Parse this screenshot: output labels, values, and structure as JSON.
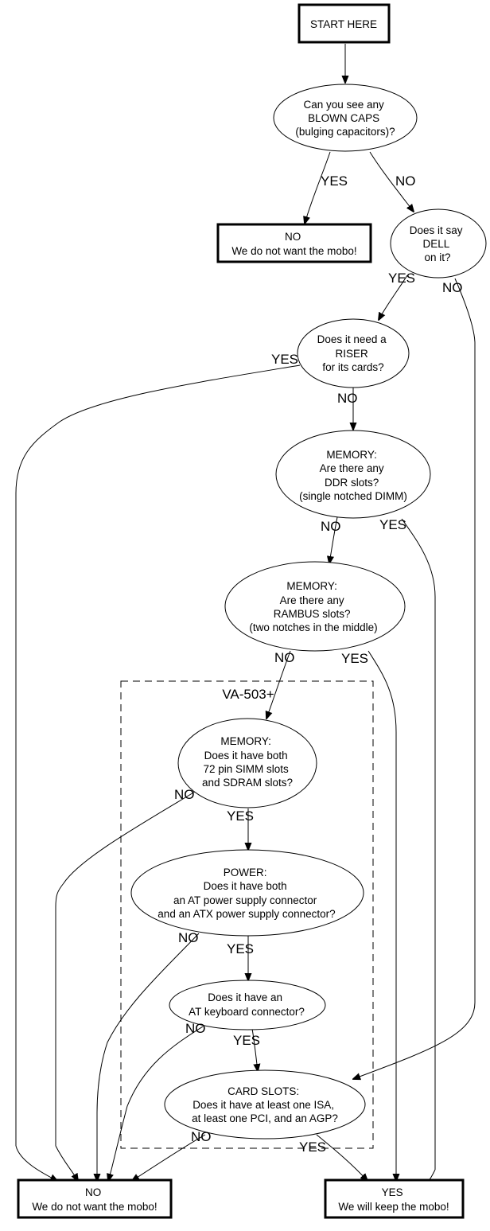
{
  "diagram": {
    "cluster": {
      "label": "VA-503+"
    },
    "nodes": {
      "start": {
        "lines": [
          "START HERE"
        ]
      },
      "blown_caps": {
        "lines": [
          "Can you see any",
          "BLOWN CAPS",
          "(bulging capacitors)?"
        ]
      },
      "reject_top": {
        "lines": [
          "NO",
          "We do not want the mobo!"
        ]
      },
      "dell": {
        "lines": [
          "Does it say",
          "DELL",
          "on it?"
        ]
      },
      "riser": {
        "lines": [
          "Does it need a",
          "RISER",
          "for its cards?"
        ]
      },
      "ddr": {
        "lines": [
          "MEMORY:",
          "Are there any",
          "DDR slots?",
          "(single notched DIMM)"
        ]
      },
      "rambus": {
        "lines": [
          "MEMORY:",
          "Are there any",
          "RAMBUS slots?",
          "(two notches in the middle)"
        ]
      },
      "simm_sdram": {
        "lines": [
          "MEMORY:",
          "Does it have both",
          "72 pin SIMM slots",
          "and SDRAM slots?"
        ]
      },
      "power": {
        "lines": [
          "POWER:",
          "Does it have both",
          "an AT power supply connector",
          "and an ATX power supply connector?"
        ]
      },
      "keyboard": {
        "lines": [
          "Does it have an",
          "AT keyboard connector?"
        ]
      },
      "card_slots": {
        "lines": [
          "CARD SLOTS:",
          "Does it have at least one ISA,",
          "at least one PCI, and an AGP?"
        ]
      },
      "reject_bottom": {
        "lines": [
          "NO",
          "We do not want the mobo!"
        ]
      },
      "keep": {
        "lines": [
          "YES",
          "We will keep the mobo!"
        ]
      }
    },
    "edge_labels": {
      "blown_yes": "YES",
      "blown_no": "NO",
      "dell_yes": "YES",
      "dell_no": "NO",
      "riser_yes": "YES",
      "riser_no": "NO",
      "ddr_no": "NO",
      "ddr_yes": "YES",
      "rambus_no": "NO",
      "rambus_yes": "YES",
      "simm_no": "NO",
      "simm_yes": "YES",
      "power_no": "NO",
      "power_yes": "YES",
      "kbd_no": "NO",
      "kbd_yes": "YES",
      "card_no": "NO",
      "card_yes": "YES"
    }
  }
}
